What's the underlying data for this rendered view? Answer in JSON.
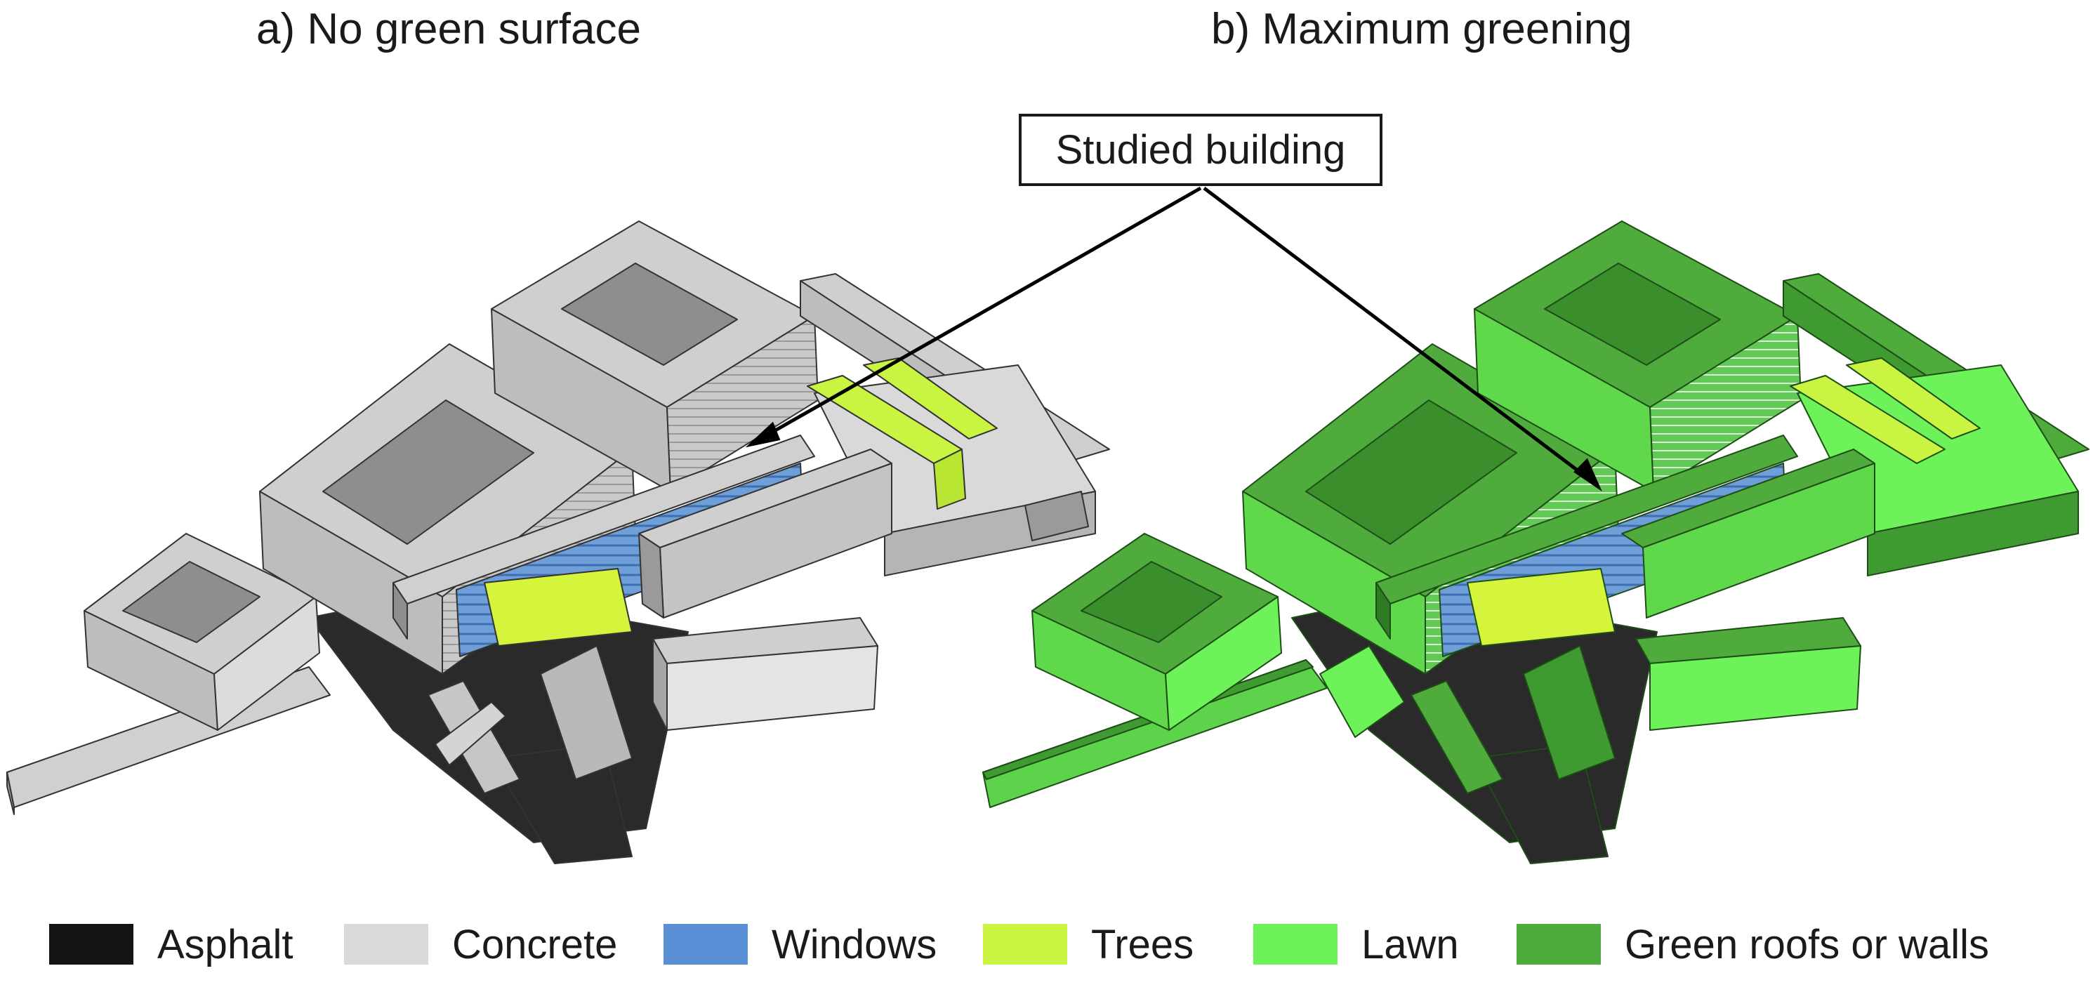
{
  "titles": {
    "a": "a) No green surface",
    "b": "b) Maximum greening"
  },
  "callout": "Studied building",
  "legend": [
    {
      "label": "Asphalt",
      "color": "#141414"
    },
    {
      "label": "Concrete",
      "color": "#d9d9d9"
    },
    {
      "label": "Windows",
      "color": "#5a8fd6"
    },
    {
      "label": "Trees",
      "color": "#c9f542"
    },
    {
      "label": "Lawn",
      "color": "#6ef25a"
    },
    {
      "label": "Green roofs or walls",
      "color": "#4eab3c"
    }
  ]
}
